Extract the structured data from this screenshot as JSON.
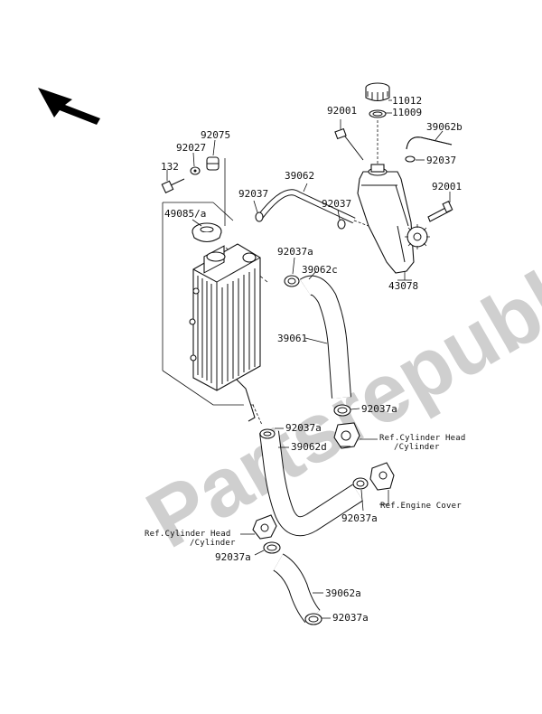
{
  "diagram": {
    "watermark": "Partsrepublik",
    "labels": {
      "p11012": "11012",
      "p11009": "11009",
      "p92001_top": "92001",
      "p39062b": "39062b",
      "p92037_cap": "92037",
      "p92001_tank": "92001",
      "p92075": "92075",
      "p92027": "92027",
      "p132": "132",
      "p39062": "39062",
      "p92037_upper": "92037",
      "p92037_mid": "92037",
      "p49085a": "49085/a",
      "p92037a_1": "92037a",
      "p39062c": "39062c",
      "p43078": "43078",
      "p39061": "39061",
      "p92037a_2": "92037a",
      "p92037a_3": "92037a",
      "p39062d": "39062d",
      "p92037a_4": "92037a",
      "p92037a_5": "92037a",
      "p39062a": "39062a",
      "p92037a_6": "92037a"
    },
    "refs": {
      "cyl_head_right_1": "Ref.Cylinder Head",
      "cyl_head_right_2": "/Cylinder",
      "engine_cover": "Ref.Engine Cover",
      "cyl_head_left_1": "Ref.Cylinder Head",
      "cyl_head_left_2": "/Cylinder"
    },
    "icons": [
      "direction-arrow-icon",
      "gear-icon"
    ]
  }
}
